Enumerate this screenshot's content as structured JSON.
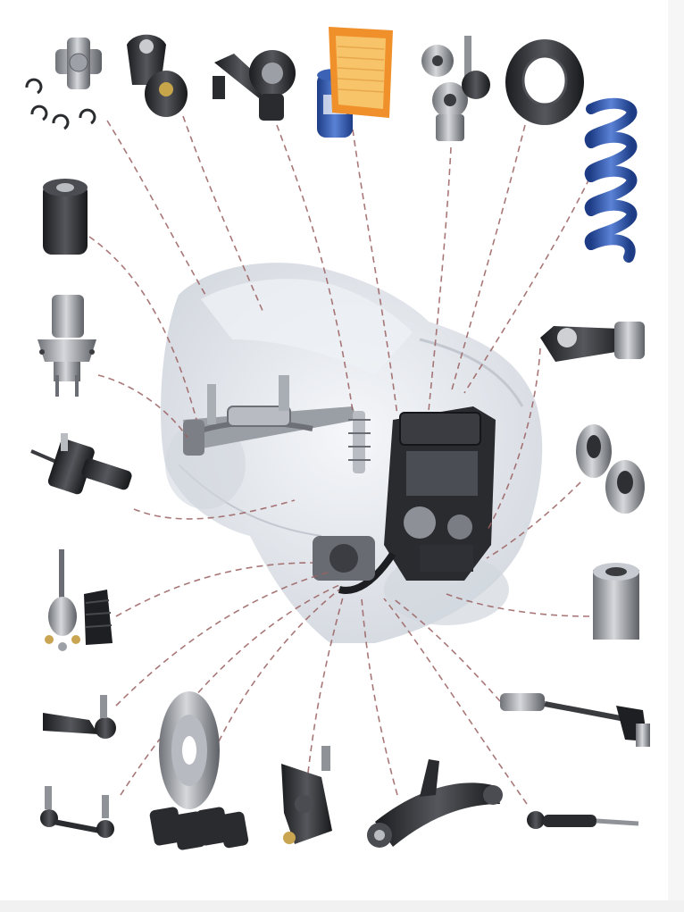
{
  "colors": {
    "background": "#ffffff",
    "leader_line": "#9a6060",
    "car_body": "#dde1e7",
    "steel": "#8e9196",
    "dark_steel": "#2c2d30",
    "black_rubber": "#1f1f22",
    "spring_blue": "#2f55a8",
    "filter_orange": "#f0902a",
    "filter_yellow": "#f7c46a",
    "filter_can_blue": "#2b4ea3",
    "brass": "#c9a552"
  },
  "parts": [
    {
      "name": "universal-joint-with-circlips"
    },
    {
      "name": "strut-mount"
    },
    {
      "name": "clutch-release-bearing-fork"
    },
    {
      "name": "oil-filter"
    },
    {
      "name": "air-filter"
    },
    {
      "name": "tensioner-pulleys"
    },
    {
      "name": "strut-bearing-ring"
    },
    {
      "name": "coil-spring"
    },
    {
      "name": "control-arm-bushing"
    },
    {
      "name": "wheel-hub-bearing"
    },
    {
      "name": "engine-torque-mount"
    },
    {
      "name": "shock-absorber"
    },
    {
      "name": "tapered-roller-bearings"
    },
    {
      "name": "cv-joint-kit"
    },
    {
      "name": "wheel-bearing"
    },
    {
      "name": "tie-rod-end"
    },
    {
      "name": "drive-shaft"
    },
    {
      "name": "stabilizer-link"
    },
    {
      "name": "brake-disc-and-pads"
    },
    {
      "name": "ball-joint"
    },
    {
      "name": "control-arm"
    },
    {
      "name": "inner-tie-rod"
    }
  ]
}
